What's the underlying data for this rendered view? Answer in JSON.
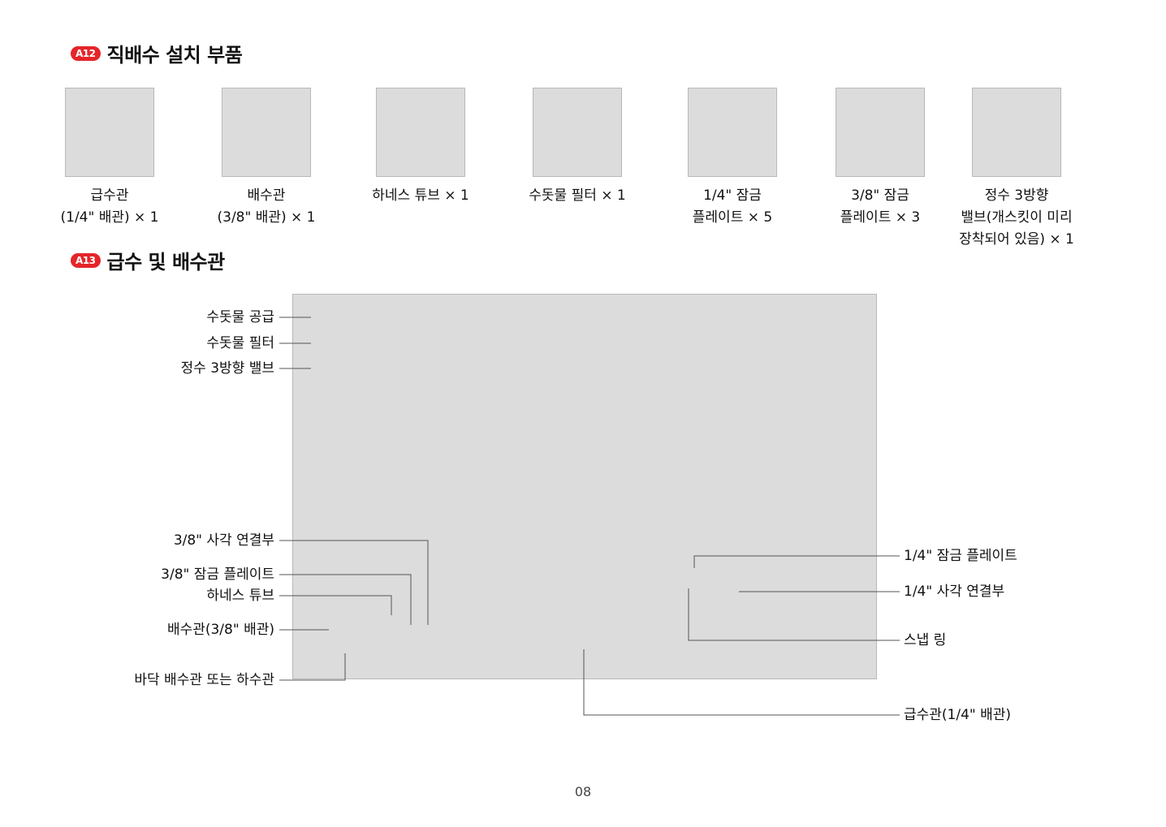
{
  "sections": {
    "a12": {
      "badge": "A12",
      "title": "직배수 설치 부품"
    },
    "a13": {
      "badge": "A13",
      "title": "급수 및 배수관"
    }
  },
  "parts": [
    {
      "lines": [
        "급수관",
        "(1/4\" 배관) × 1"
      ]
    },
    {
      "lines": [
        "배수관",
        "(3/8\" 배관) × 1"
      ]
    },
    {
      "lines": [
        "하네스 튜브 × 1"
      ]
    },
    {
      "lines": [
        "수돗물 필터 × 1"
      ]
    },
    {
      "lines": [
        "1/4\" 잠금",
        "플레이트 × 5"
      ]
    },
    {
      "lines": [
        "3/8\" 잠금",
        "플레이트 × 3"
      ]
    },
    {
      "lines": [
        "정수 3방향",
        "밸브(개스킷이 미리",
        "장착되어 있음) × 1"
      ]
    }
  ],
  "callouts": {
    "left": [
      "수돗물 공급",
      "수돗물 필터",
      "정수 3방향 밸브",
      "3/8\" 사각 연결부",
      "3/8\" 잠금 플레이트",
      "하네스 튜브",
      "배수관(3/8\" 배관)",
      "바닥 배수관 또는 하수관"
    ],
    "right": [
      "1/4\" 잠금 플레이트",
      "1/4\" 사각 연결부",
      "스냅 링",
      "급수관(1/4\" 배관)"
    ]
  },
  "page_number": "08"
}
